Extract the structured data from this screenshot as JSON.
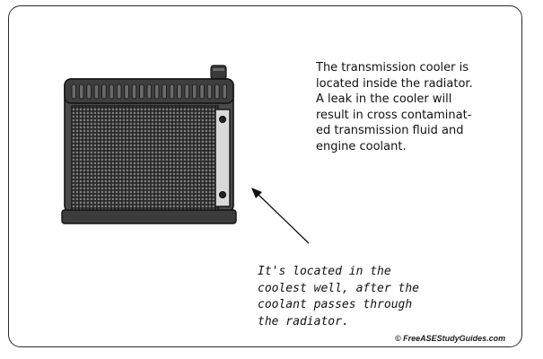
{
  "caption": {
    "lines": [
      "The transmission cooler is",
      "located inside the radiator.",
      "A leak in the cooler will",
      "result in cross contaminat-",
      "ed transmission fluid and",
      "engine coolant."
    ]
  },
  "note": {
    "lines": [
      "It's located in the",
      "coolest well, after the",
      "coolant passes through",
      "the radiator."
    ]
  },
  "credit": "© FreeASEStudyGuides.com",
  "colors": {
    "frame": "#2b2b2b",
    "radiator_body": "#4a4a4a",
    "radiator_tank": "#3d3d3d",
    "core_grid": "#777777",
    "cooler_plate": "#d9d9d9"
  }
}
